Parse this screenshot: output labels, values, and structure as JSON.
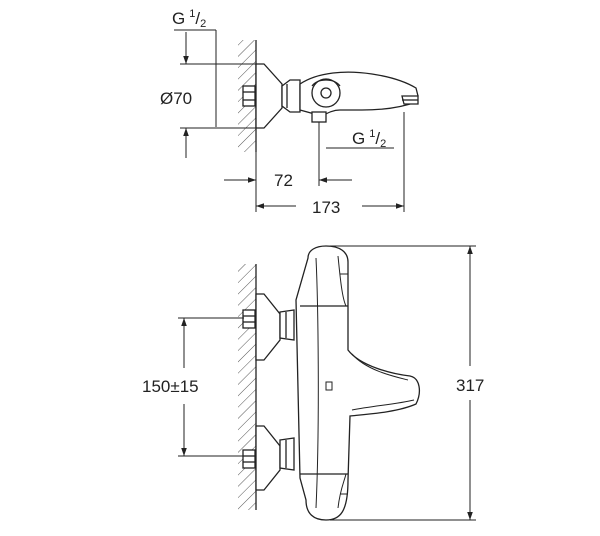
{
  "top_view": {
    "inlet_thread": {
      "base": "G",
      "num": "1",
      "den": "2"
    },
    "outlet_thread": {
      "base": "G",
      "num": "1",
      "den": "2"
    },
    "diameter": "Ø70",
    "depth_dim": "72",
    "length_dim": "173"
  },
  "front_view": {
    "centers_dim": "150±15",
    "height_dim": "317"
  }
}
